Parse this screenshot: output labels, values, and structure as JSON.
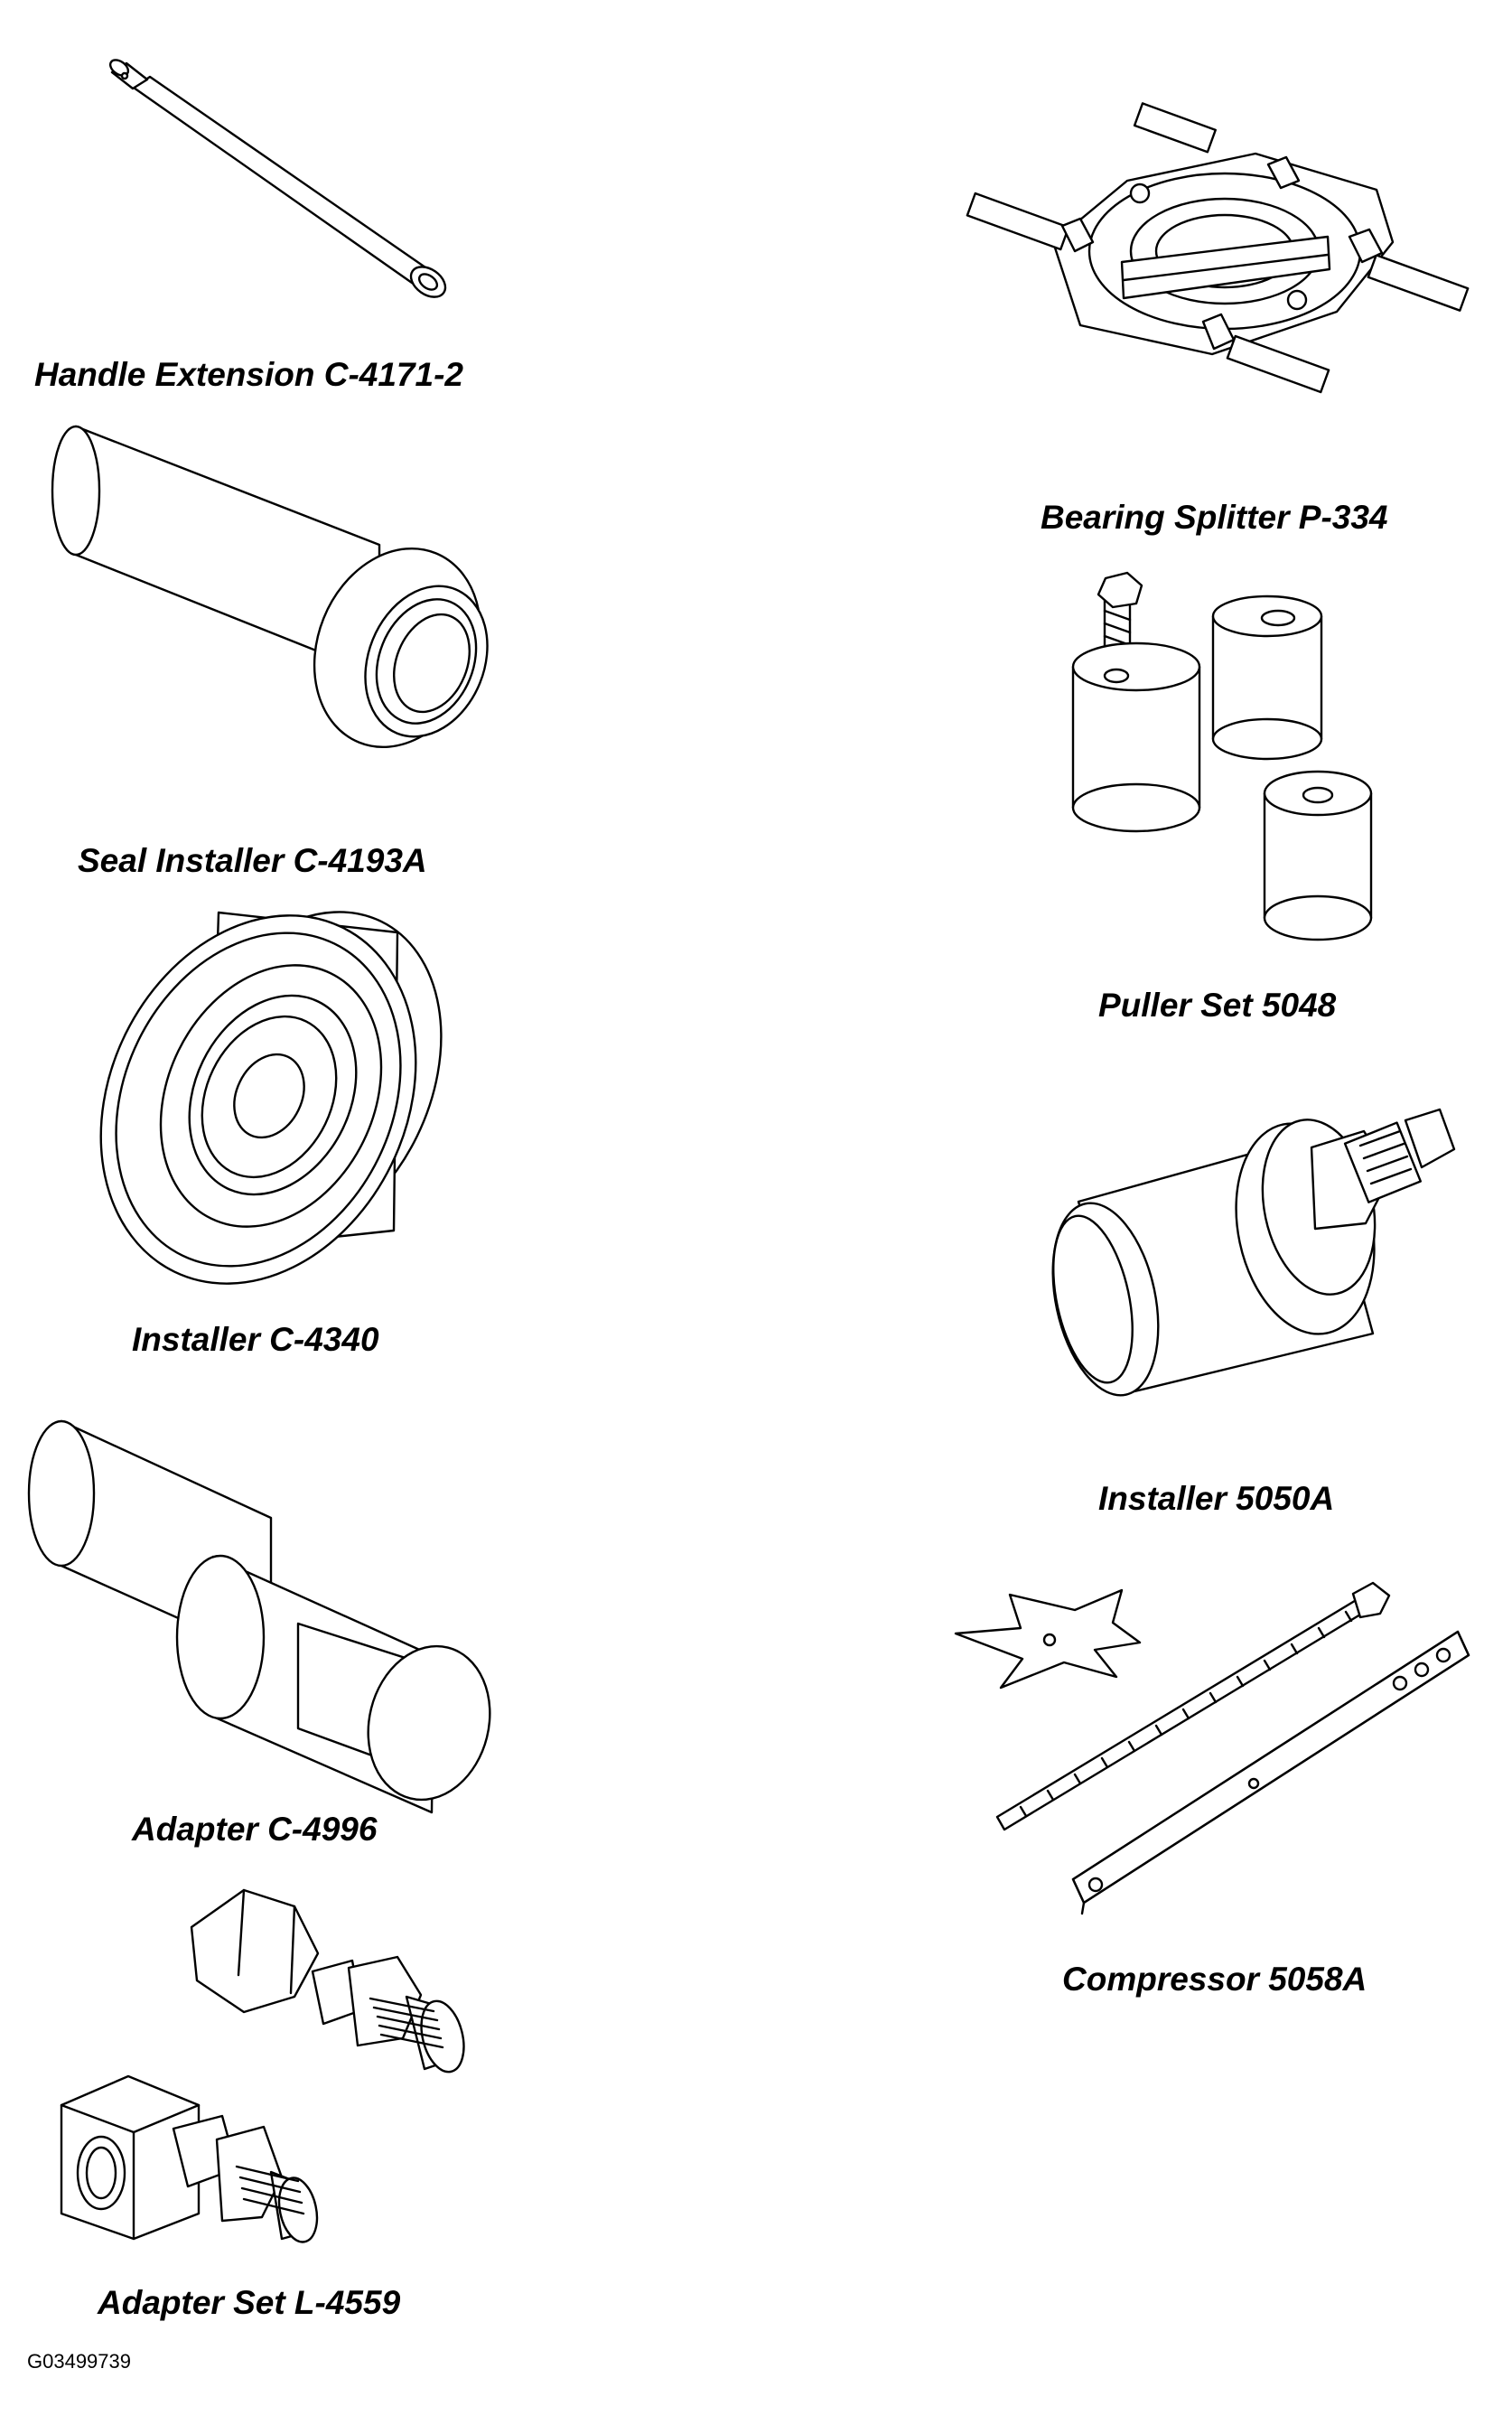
{
  "tools": {
    "handle_extension": "Handle Extension C-4171-2",
    "bearing_splitter": "Bearing Splitter P-334",
    "seal_installer": "Seal Installer C-4193A",
    "puller_set": "Puller Set 5048",
    "installer_c4340": "Installer C-4340",
    "installer_5050a": "Installer 5050A",
    "adapter_c4996": "Adapter C-4996",
    "compressor": "Compressor 5058A",
    "adapter_set": "Adapter Set L-4559"
  },
  "figure_id": "G03499739"
}
